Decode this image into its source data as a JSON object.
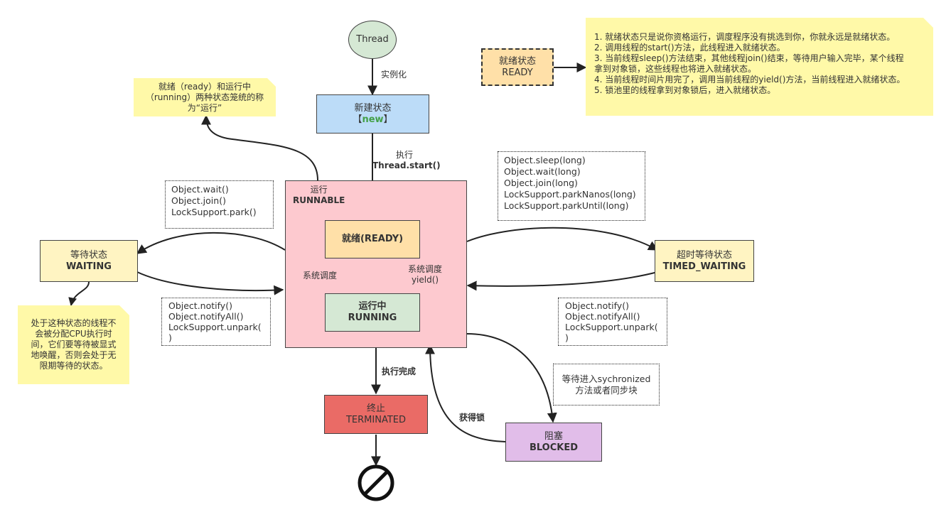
{
  "thread": "Thread",
  "instantiate": "实例化",
  "new_box": {
    "line1": "新建状态",
    "line2_pre": "【",
    "line2_key": "new",
    "line2_post": "】"
  },
  "start_label": {
    "line1": "执行",
    "line2": "Thread.start()"
  },
  "runnable": {
    "line1": "运行",
    "line2": "RUNNABLE"
  },
  "ready": "就绪(READY)",
  "running": {
    "line1": "运行中",
    "line2": "RUNNING"
  },
  "sched_left": "系统调度",
  "sched_right": {
    "line1": "系统调度",
    "line2": "yield()"
  },
  "waiting": {
    "line1": "等待状态",
    "line2": "WAITING"
  },
  "timed_waiting": {
    "line1": "超时等待状态",
    "line2": "TIMED_WAITING"
  },
  "terminated": {
    "line1": "终止",
    "line2": "TERMINATED"
  },
  "blocked": {
    "line1": "阻塞",
    "line2": "BLOCKED"
  },
  "finish_label": "执行完成",
  "acquire_lock": "获得锁",
  "ready_legend": {
    "line1": "就绪状态",
    "line2": "READY"
  },
  "note_top": {
    "line1": "就绪（ready）和运行中",
    "line2": "（running）两种状态笼统的称",
    "line3": "为“运行”"
  },
  "note_ready": [
    "1. 就绪状态只是说你资格运行，调度程序没有挑选到你，你就永远是就绪状态。",
    "2. 调用线程的start()方法，此线程进入就绪状态。",
    "3. 当前线程sleep()方法结束，其他线程join()结束，等待用户输入完毕，某个线程",
    "拿到对象锁，这些线程也将进入就绪状态。",
    "4. 当前线程时间片用完了，调用当前线程的yield()方法，当前线程进入就绪状态。",
    "5. 锁池里的线程拿到对象锁后，进入就绪状态。"
  ],
  "note_waiting": [
    "处于这种状态的线程不",
    "会被分配CPU执行时",
    "间，它们要等待被显式",
    "地唤醒，否则会处于无",
    "限期等待的状态。"
  ],
  "wait_methods": [
    "Object.wait()",
    "Object.join()",
    "LockSupport.park()"
  ],
  "notify_left": [
    "Object.notify()",
    "Object.notifyAll()",
    "LockSupport.unpark(",
    ")"
  ],
  "timed_methods": [
    "Object.sleep(long)",
    "Object.wait(long)",
    "Object.join(long)",
    "LockSupport.parkNanos(long)",
    "LockSupport.parkUntil(long)"
  ],
  "notify_right": [
    "Object.notify()",
    "Object.notifyAll()",
    "LockSupport.unpark(",
    ")"
  ],
  "blocked_cond": {
    "line1": "等待进入sychronized",
    "line2": "方法或者同步块"
  },
  "colors": {
    "thread": "#d5e8d4",
    "new": "#bcdcf8",
    "new_key": "#43a047",
    "runnable": "#fdc9cf",
    "ready": "#ffe0a8",
    "running": "#d5e8d4",
    "waiting": "#fff4c2",
    "timed": "#fff4c2",
    "terminated": "#ea6b66",
    "blocked": "#e1bde9",
    "note": "#fff9a8"
  }
}
